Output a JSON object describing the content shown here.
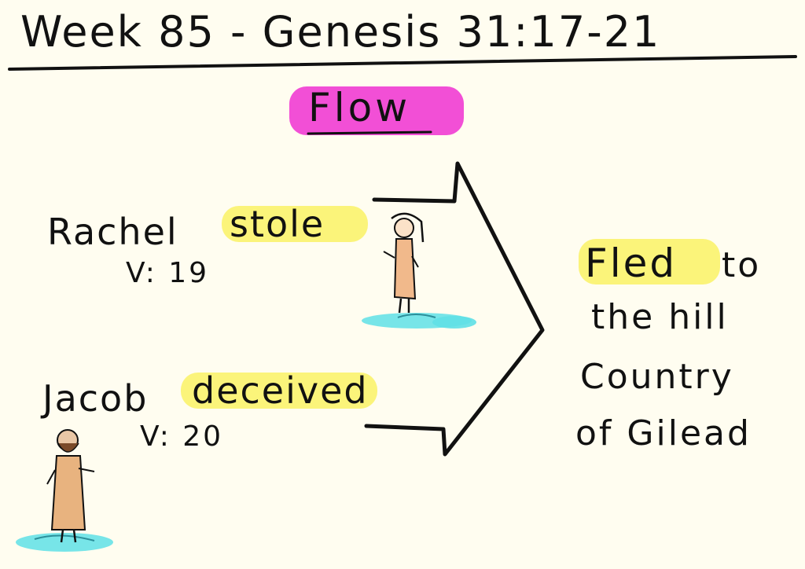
{
  "title": "Week 85 - Genesis 31:17-21",
  "heading": "Flow",
  "left": {
    "rachel": {
      "name": "Rachel",
      "verb": "stole",
      "verse": "V: 19"
    },
    "jacob": {
      "name": "Jacob",
      "verb": "deceived",
      "verse": "V: 20"
    }
  },
  "right": {
    "fled": "Fled",
    "line1_rest": "to",
    "line2": "the hill",
    "line3": "Country",
    "line4": "of Gilead"
  },
  "colors": {
    "paper": "#fffdf0",
    "ink": "#111111",
    "pink_highlight": "#f24fd6",
    "yellow_highlight": "#fbf47a",
    "water": "#5fe0e6"
  },
  "icons": [
    "rachel-figure-icon",
    "jacob-figure-icon",
    "arrow-bracket-icon"
  ]
}
